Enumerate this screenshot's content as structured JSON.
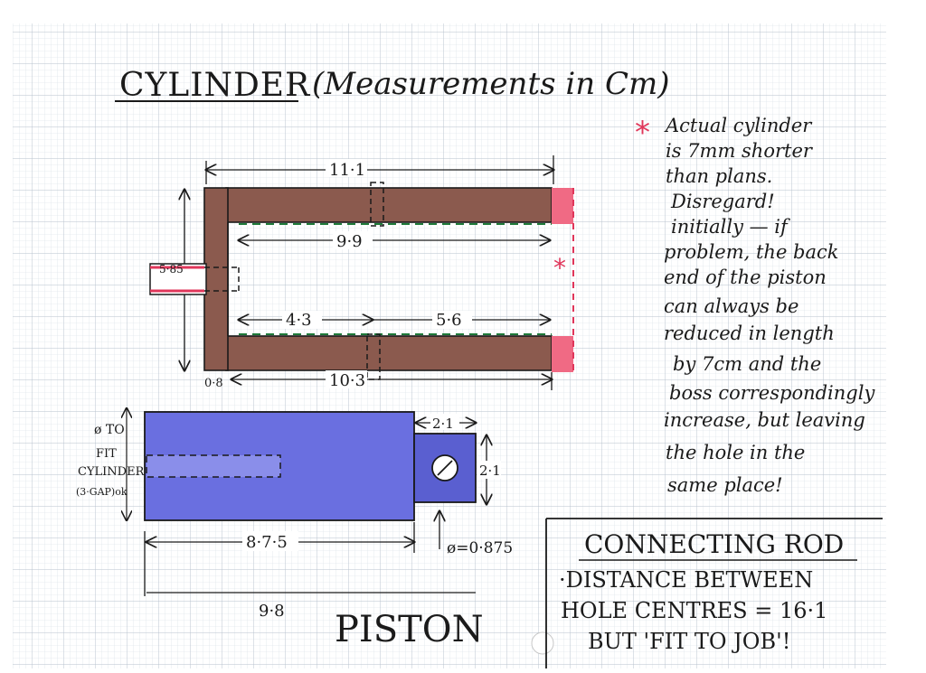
{
  "title": {
    "main": "CYLINDER",
    "sub": "(Measurements in Cm)"
  },
  "note": {
    "asterisk": "*",
    "lines": [
      "Actual cylinder",
      "is 7mm shorter",
      "than plans.",
      "Disregard!",
      "initially — if",
      "problem, the back",
      "end of the piston",
      "can always be",
      "reduced in length",
      "by 7cm and the",
      "boss correspondingly",
      "increase, but leaving",
      "the hole in the",
      "same place!"
    ]
  },
  "cylinder": {
    "overall_length": "11·1",
    "inner_length": "9·9",
    "port_diameter": "5·85",
    "seg_a": "4·3",
    "seg_b": "5·6",
    "bottom_length": "10·3",
    "wall": "0·8",
    "asterisk_mark": "*"
  },
  "piston": {
    "label": "PISTON",
    "body_length": "8·7·5",
    "overall_length": "9·8",
    "boss_width": "2·1",
    "boss_height": "2·1",
    "hole_dia": "ø=0·875",
    "fit_note": [
      "ø TO",
      "FIT",
      "CYLINDER",
      "(3·GAP)ok"
    ]
  },
  "rod": {
    "title": "CONNECTING ROD",
    "line1": "·DISTANCE BETWEEN",
    "line2": "HOLE CENTRES = 16·1",
    "line3": "BUT 'FIT TO JOB'!"
  },
  "colors": {
    "grid_minor": "#d3dbe3",
    "grid_major": "#b8c3cf",
    "cylinder_wall": "#8b5a4e",
    "piston_fill": "#6a6fe0",
    "boss_fill": "#5a5fd0",
    "accent_red": "#e0365a",
    "accent_pink": "#f07a90",
    "dash_green": "#1f7a3a",
    "ink": "#1a1a1a"
  }
}
